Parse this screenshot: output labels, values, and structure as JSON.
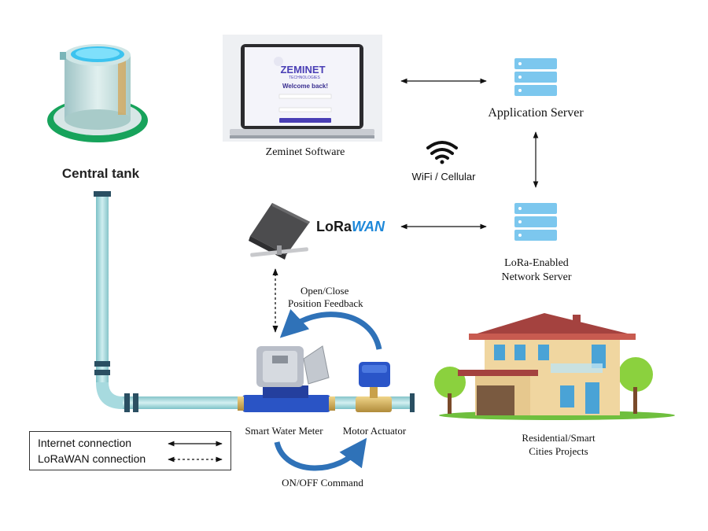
{
  "central_tank": {
    "label": "Central tank"
  },
  "software": {
    "label": "Zeminet Software",
    "brand_top": "ZEMINET",
    "brand_bottom": "TECHNOLOGIES",
    "welcome": "Welcome back!"
  },
  "application_server": {
    "label": "Application Server"
  },
  "connectivity": {
    "label": "WiFi / Cellular"
  },
  "lorawan": {
    "logo_lora": "LoRa",
    "logo_wan": "WAN"
  },
  "network_server": {
    "line1": "LoRa-Enabled",
    "line2": "Network Server"
  },
  "feedback": {
    "line1": "Open/Close",
    "line2": "Position Feedback"
  },
  "meter": {
    "label": "Smart Water Meter"
  },
  "actuator": {
    "label": "Motor Actuator"
  },
  "command": {
    "label": "ON/OFF Command"
  },
  "house": {
    "line1": "Residential/Smart",
    "line2": "Cities Projects"
  },
  "legend": {
    "internet": "Internet connection",
    "lorawan": "LoRaWAN connection"
  },
  "colors": {
    "server_blue": "#7cc7ee",
    "pipe": "#a7dadf",
    "arc_blue": "#2f72b8",
    "roof": "#a4423f",
    "wall": "#f0d6a0",
    "meter_blue": "#2a54c5"
  }
}
